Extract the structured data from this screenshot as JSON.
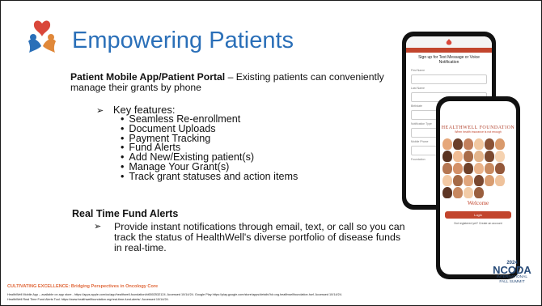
{
  "slide": {
    "title": "Empowering Patients",
    "section1": {
      "heading": "Patient Mobile App/Patient Portal",
      "text": " – Existing patients can conveniently manage their grants by phone"
    },
    "key_features_label": "Key features:",
    "features": [
      "Seamless Re-enrollment",
      "Document Uploads",
      "Payment Tracking",
      "Fund Alerts",
      "Add New/Existing patient(s)",
      "Manage Your Grant(s)",
      "Track grant statuses and action items"
    ],
    "section2": {
      "heading": "Real Time Fund Alerts",
      "text": "Provide instant notifications through email, text, or call so you can track the status of HealthWell's diverse portfolio of disease funds in real-time."
    },
    "footer_title": "CULTIVATING EXCELLENCE: Bridging Perspectives in Oncology Core",
    "footer_line1": "HealthWell Mobile App – available on app store - https://apps.apple.com/us/app/healthwell-foundation/id6502532124. Accessed 10/14/24. Google Play https://play.google.com/store/apps/details?id=org.healthwellfoundation.hwf. Accessed 10/14/24.",
    "footer_line2": "HealthWell Real Time Fund Alerts Tool. https://www.healthwellfoundation.org/real-time-fund-alerts/. Accessed 10/14/24.",
    "badge": {
      "year": "2024",
      "name": "NCODA",
      "sub1": "INTERNATIONAL",
      "sub2": "FALL SUMMIT"
    },
    "phone_back": {
      "title": "Sign up for Text Message or Voice Notification",
      "fields": [
        "First Name",
        "Last Name",
        "Birthdate",
        "Notification Type",
        "Mobile Phone",
        "Foundation"
      ]
    },
    "phone_front": {
      "brand": "HEALTHWELL FOUNDATION",
      "tagline": "When health insurance is not enough",
      "welcome": "Welcome",
      "login": "Login",
      "register": "Not registered yet? Create an account"
    }
  }
}
